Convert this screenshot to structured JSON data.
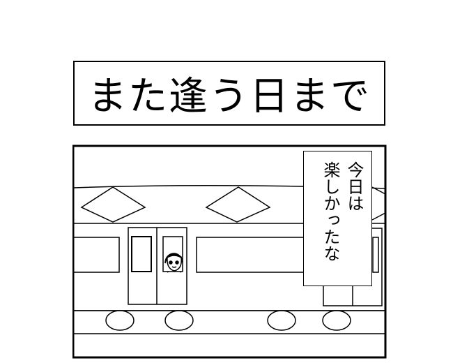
{
  "title": "また逢う日まで",
  "speech_bubble": {
    "lines": [
      "今日は",
      "楽しかったな"
    ]
  }
}
